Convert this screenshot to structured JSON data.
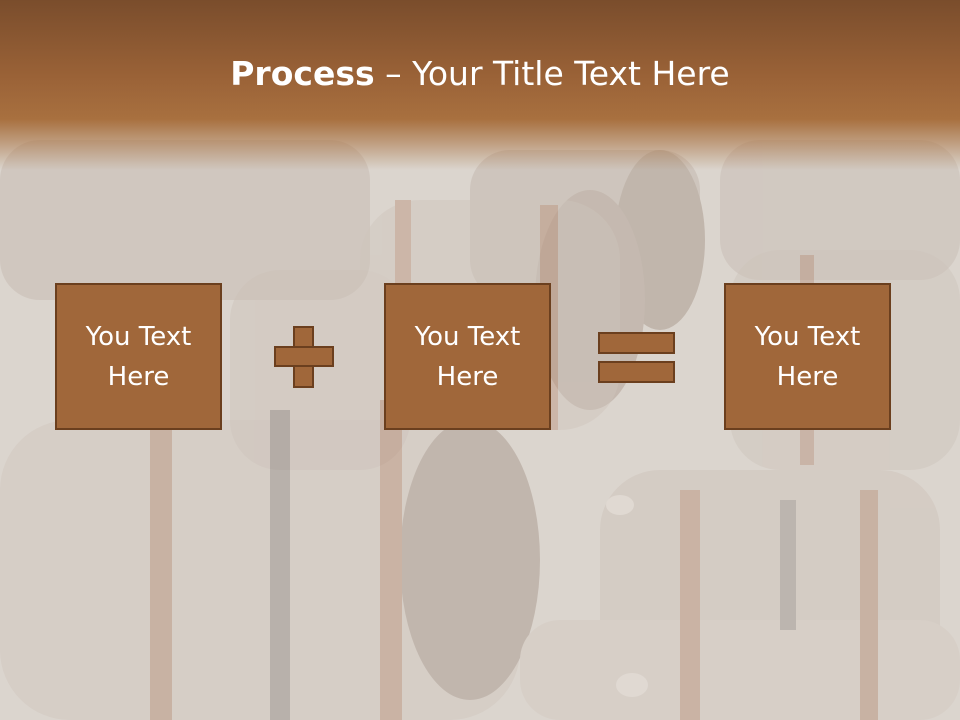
{
  "title": {
    "bold": "Process",
    "rest": " – Your Title Text Here"
  },
  "boxes": [
    {
      "line1": "You Text",
      "line2": "Here"
    },
    {
      "line1": "You Text",
      "line2": "Here"
    },
    {
      "line1": "You Text",
      "line2": "Here"
    }
  ],
  "colors": {
    "header": "#9a6237",
    "box_fill": "#a0673a",
    "box_border": "#6b3f1e",
    "text": "#ffffff"
  }
}
